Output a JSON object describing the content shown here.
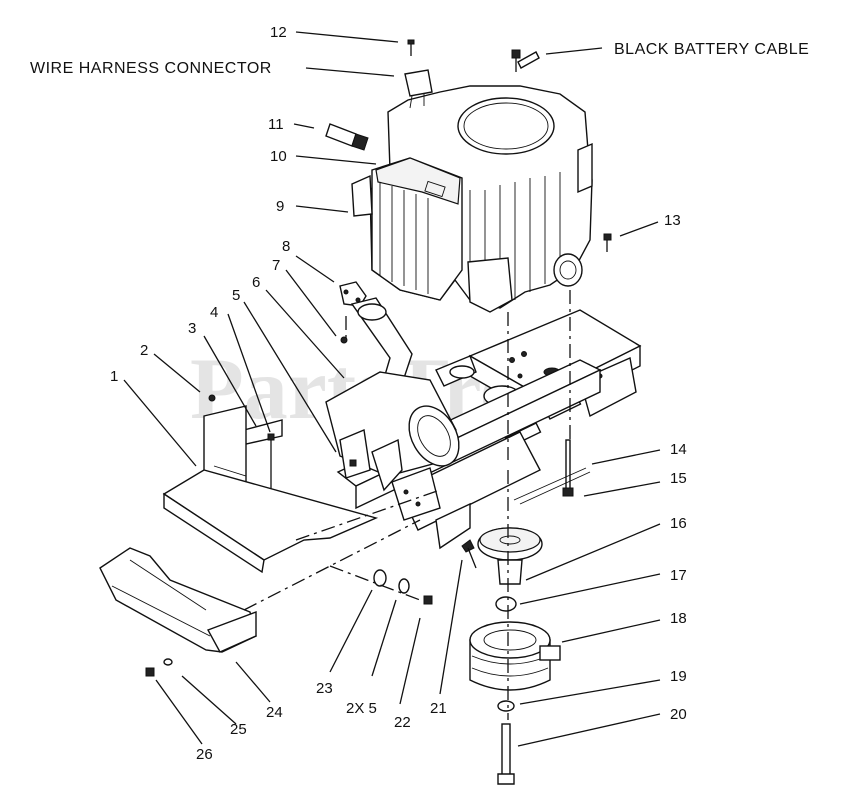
{
  "diagram": {
    "watermark": "PartsTree",
    "watermark_tm": "™",
    "callouts": {
      "c1": "1",
      "c2": "2",
      "c3": "3",
      "c4": "4",
      "c5": "5",
      "c6": "6",
      "c7": "7",
      "c8": "8",
      "c9": "9",
      "c10": "10",
      "c11": "11",
      "c12": "12",
      "c13": "13",
      "c14": "14",
      "c15": "15",
      "c16": "16",
      "c17": "17",
      "c18": "18",
      "c19": "19",
      "c20": "20",
      "c21": "21",
      "c22": "22",
      "c23": "23",
      "c2x5": "2X 5",
      "c24": "24",
      "c25": "25",
      "c26": "26"
    },
    "text_labels": {
      "wire_harness": "WIRE HARNESS CONNECTOR",
      "black_battery": "BLACK BATTERY CABLE"
    }
  }
}
